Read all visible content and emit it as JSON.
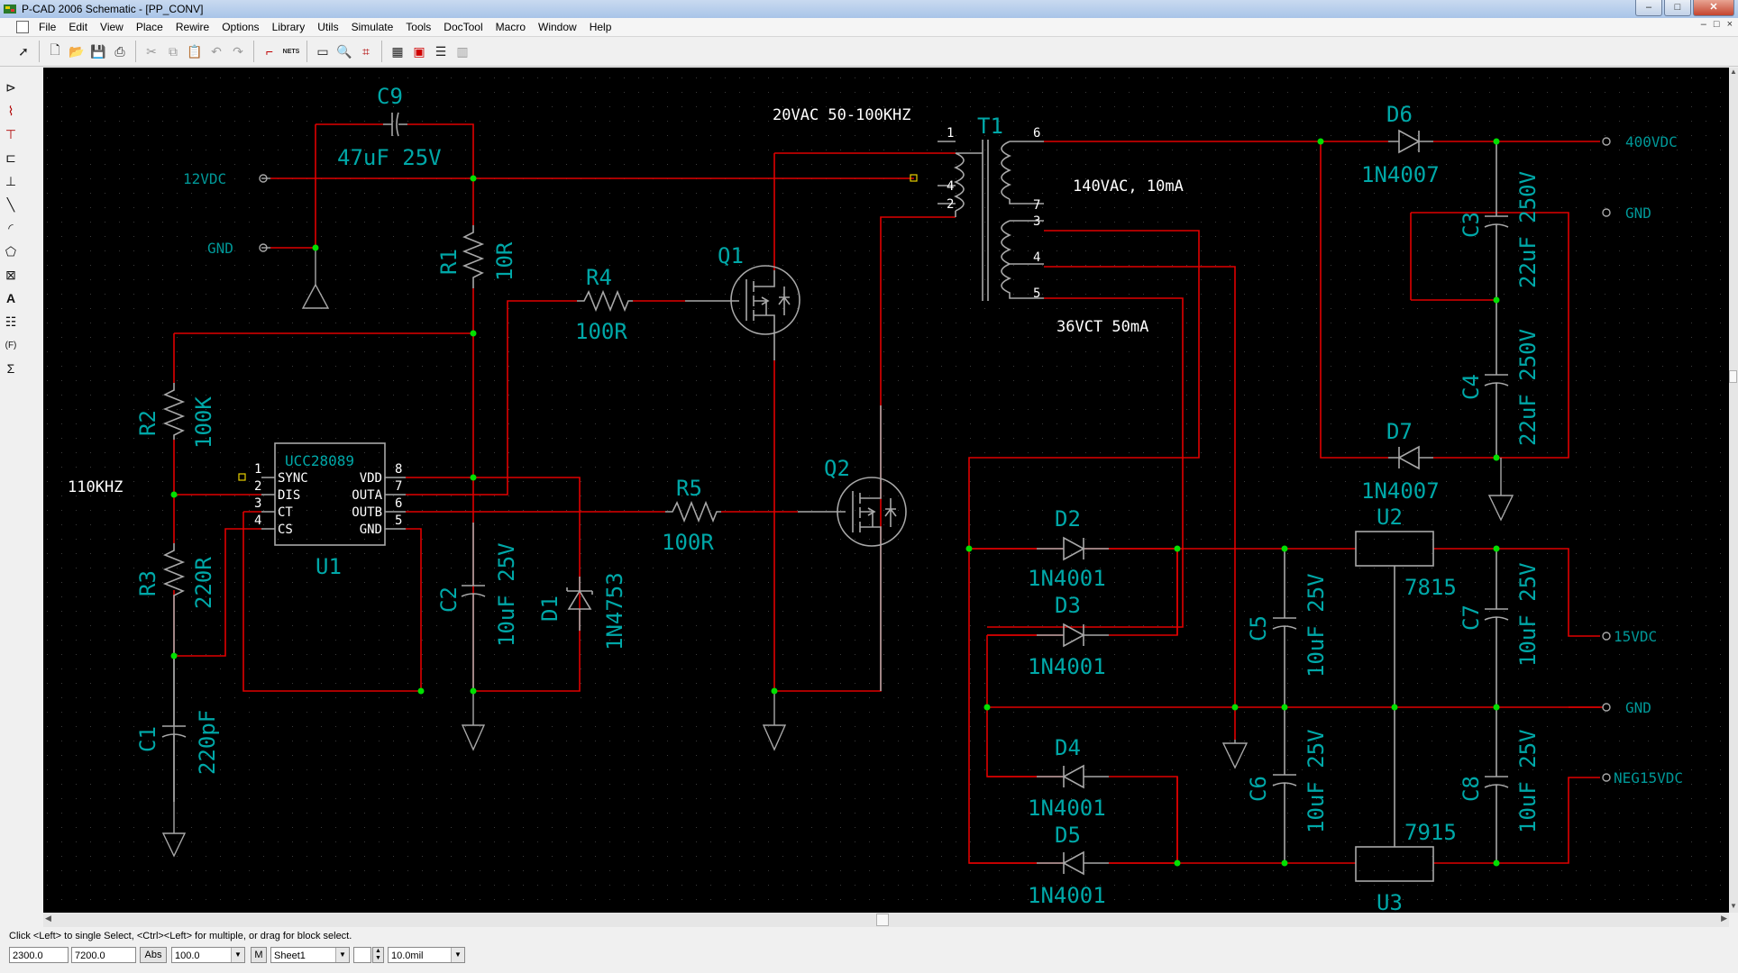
{
  "window": {
    "title": "P-CAD 2006 Schematic - [PP_CONV]",
    "btn_min": "–",
    "btn_max": "□",
    "btn_close": "✕"
  },
  "menu": [
    "File",
    "Edit",
    "View",
    "Place",
    "Rewire",
    "Options",
    "Library",
    "Utils",
    "Simulate",
    "Tools",
    "DocTool",
    "Macro",
    "Window",
    "Help"
  ],
  "mdi_buttons": [
    "–",
    "□",
    "×"
  ],
  "toolbar": {
    "icons": [
      "select-arrow",
      "new-file",
      "open-file",
      "save-file",
      "print",
      "cut",
      "copy",
      "paste",
      "undo",
      "redo",
      "place-part",
      "netlist",
      "view-extents",
      "zoom",
      "wire-tool",
      "grid",
      "layers",
      "properties",
      "redraw"
    ]
  },
  "left_toolbar": {
    "icons": [
      "place-part",
      "place-wire",
      "place-bus",
      "place-port",
      "place-line",
      "place-arc",
      "place-polygon",
      "place-field",
      "place-text",
      "place-attribute",
      "place-ieee-symbol",
      "place-sigma"
    ]
  },
  "schematic": {
    "colors": {
      "background": "#000000",
      "wire": "#e00000",
      "junction": "#00e000",
      "component": "#a8a8a8",
      "refdes": "#00a8a8",
      "label": "#ffffff",
      "port": "#009898"
    },
    "ports": {
      "p12vdc": "12VDC",
      "gnd_left": "GND",
      "p400vdc": "400VDC",
      "gnd_right1": "GND",
      "p15vdc": "15VDC",
      "gnd_right2": "GND",
      "neg15vdc": "NEG15VDC"
    },
    "notes": {
      "freq_in": "20VAC 50-100KHZ",
      "sec_high": "140VAC, 10mA",
      "sec_low": "36VCT 50mA",
      "osc_freq": "110KHZ"
    },
    "c9": {
      "ref": "C9",
      "value": "47uF 25V"
    },
    "r1": {
      "ref": "R1",
      "value": "10R"
    },
    "r2": {
      "ref": "R2",
      "value": "100K"
    },
    "r3": {
      "ref": "R3",
      "value": "220R"
    },
    "r4": {
      "ref": "R4",
      "value": "100R"
    },
    "r5": {
      "ref": "R5",
      "value": "100R"
    },
    "c1": {
      "ref": "C1",
      "value": "220pF"
    },
    "c2": {
      "ref": "C2",
      "value": "10uF 25V"
    },
    "d1": {
      "ref": "D1",
      "value": "1N4753"
    },
    "q1": {
      "ref": "Q1"
    },
    "q2": {
      "ref": "Q2"
    },
    "u1": {
      "ref": "U1",
      "part": "UCC28089",
      "left_pins": [
        {
          "num": "1",
          "name": "SYNC"
        },
        {
          "num": "2",
          "name": "DIS"
        },
        {
          "num": "3",
          "name": "CT"
        },
        {
          "num": "4",
          "name": "CS"
        }
      ],
      "right_pins": [
        {
          "num": "8",
          "name": "VDD"
        },
        {
          "num": "7",
          "name": "OUTA"
        },
        {
          "num": "6",
          "name": "OUTB"
        },
        {
          "num": "5",
          "name": "GND"
        }
      ]
    },
    "t1": {
      "ref": "T1",
      "pins": {
        "p1": "1",
        "p4": "4",
        "p2": "2",
        "p6": "6",
        "p7": "7",
        "p3": "3",
        "p4b": "4",
        "p5": "5"
      }
    },
    "d6": {
      "ref": "D6",
      "value": "1N4007"
    },
    "d7": {
      "ref": "D7",
      "value": "1N4007"
    },
    "c3": {
      "ref": "C3",
      "value": "22uF 250V"
    },
    "c4": {
      "ref": "C4",
      "value": "22uF 250V"
    },
    "d2": {
      "ref": "D2",
      "value": "1N4001"
    },
    "d3": {
      "ref": "D3",
      "value": "1N4001"
    },
    "d4": {
      "ref": "D4",
      "value": "1N4001"
    },
    "d5": {
      "ref": "D5",
      "value": "1N4001"
    },
    "c5": {
      "ref": "C5",
      "value": "10uF 25V"
    },
    "c6": {
      "ref": "C6",
      "value": "10uF 25V"
    },
    "c7": {
      "ref": "C7",
      "value": "10uF 25V"
    },
    "c8": {
      "ref": "C8",
      "value": "10uF 25V"
    },
    "u2": {
      "ref": "U2",
      "value": "7815"
    },
    "u3": {
      "ref": "U3",
      "value": "7915"
    }
  },
  "status": {
    "message": "Click <Left> to single Select, <Ctrl><Left> for multiple, or drag for block select.",
    "x": "2300.0",
    "y": "7200.0",
    "abs": "Abs",
    "zoom": "100.0",
    "m": "M",
    "sheet": "Sheet1",
    "width": "10.0mil"
  }
}
